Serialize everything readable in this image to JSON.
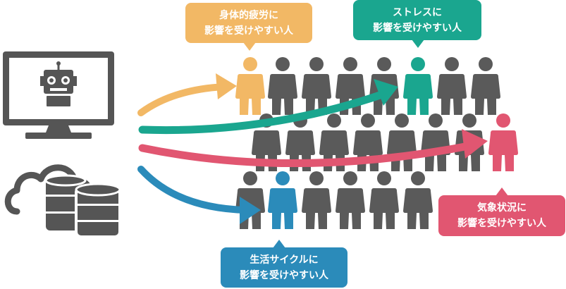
{
  "callouts": {
    "fatigue": {
      "line1": "身体的疲労に",
      "line2": "影響を受けやすい人",
      "color": "#f2b865"
    },
    "stress": {
      "line1": "ストレスに",
      "line2": "影響を受けやすい人",
      "color": "#1aa68f"
    },
    "weather": {
      "line1": "気象状況に",
      "line2": "影響を受けやすい人",
      "color": "#e15671"
    },
    "life": {
      "line1": "生活サイクルに",
      "line2": "影響を受けやすい人",
      "color": "#2b8bba"
    }
  },
  "icons": {
    "monitor": "monitor-icon",
    "robot": "robot-icon",
    "cloud": "cloud-icon",
    "database": "database-icon",
    "person": "person-icon"
  },
  "colors": {
    "dark": "#5a5a5a",
    "orange": "#f2b865",
    "teal": "#1aa68f",
    "pink": "#e15671",
    "blue": "#2b8bba"
  }
}
